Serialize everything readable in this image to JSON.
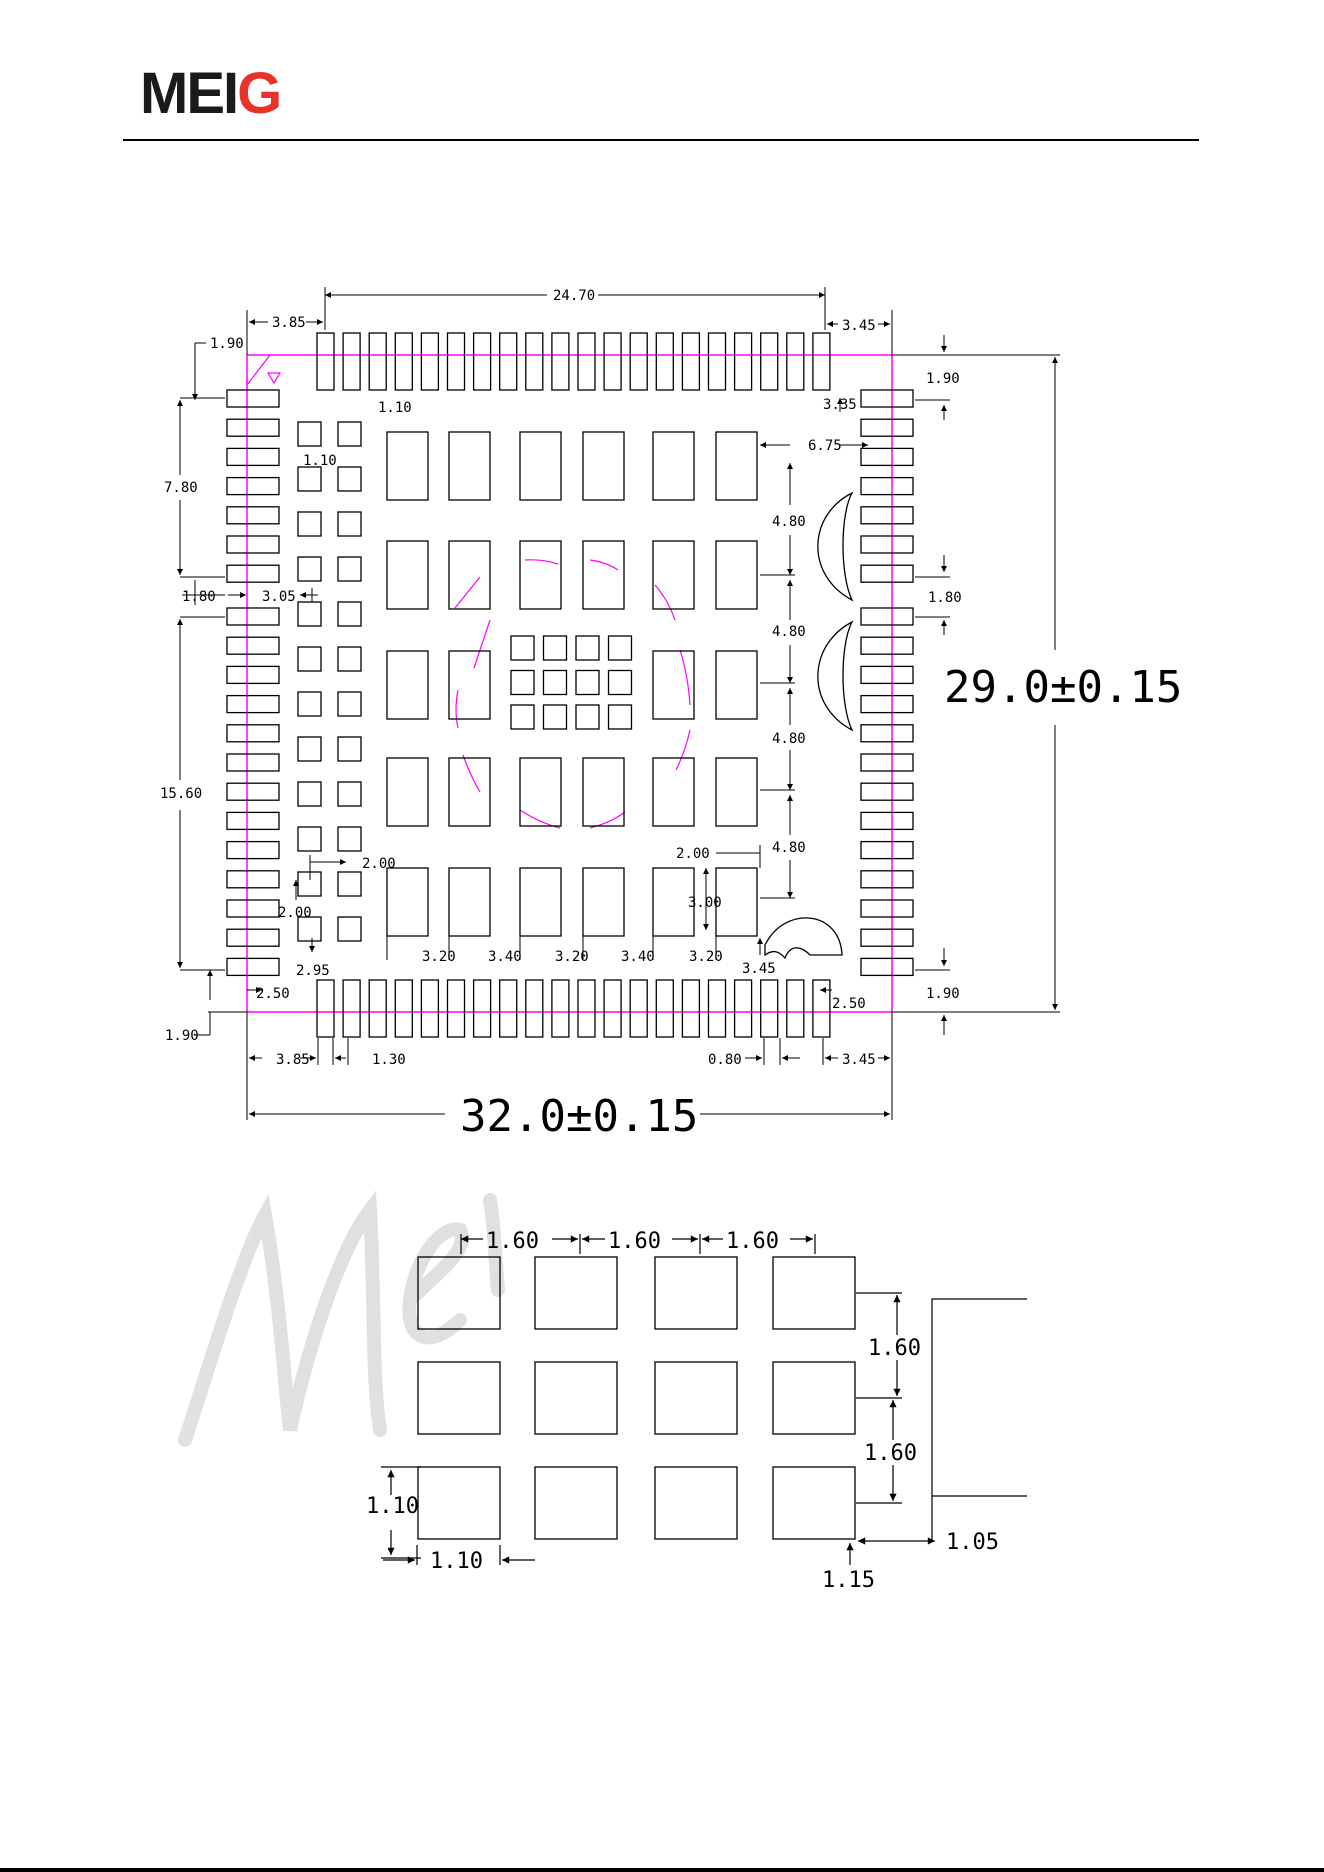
{
  "header": {
    "logo_text_a": "MEI",
    "logo_text_b": "G"
  },
  "colors": {
    "outline": "#ff00ff",
    "lines": "#000000",
    "logo_red": "#e8332a",
    "watermark": "#d9d9d9"
  },
  "top_drawing": {
    "overall_width": "32.0±0.15",
    "overall_height": "29.0±0.15",
    "dims": {
      "top_span": "24.70",
      "top_left": "3.85",
      "top_right": "3.45",
      "corner_tl": "1.90",
      "right_top_190": "1.90",
      "pin_w": "1.10",
      "pin_h": "1.10",
      "right_335": "3.35",
      "right_675": "6.75",
      "left_780": "7.80",
      "left_180": "1.80",
      "left_305": "3.05",
      "right_180": "1.80",
      "pitch_1": "4.80",
      "pitch_2": "4.80",
      "pitch_3": "4.80",
      "pitch_4": "4.80",
      "left_1560": "15.60",
      "gap_200a": "2.00",
      "gap_200b": "2.00",
      "gap_200c": "2.00",
      "pad_300": "3.00",
      "bot_320a": "3.20",
      "bot_340a": "3.40",
      "bot_320b": "3.20",
      "bot_340b": "3.40",
      "bot_320c": "3.20",
      "small_295": "2.95",
      "small_345": "3.45",
      "left_250": "2.50",
      "right_250": "2.50",
      "right_bot_190": "1.90",
      "left_bot_190": "1.90",
      "bottom_385": "3.85",
      "bottom_130": "1.30",
      "bottom_080": "0.80",
      "bottom_345": "3.45"
    }
  },
  "detail_drawing": {
    "pitch_h1": "1.60",
    "pitch_h2": "1.60",
    "pitch_h3": "1.60",
    "pitch_v1": "1.60",
    "pitch_v2": "1.60",
    "pad_w": "1.10",
    "pad_h": "1.10",
    "edge_x": "1.05",
    "edge_y": "1.15"
  }
}
